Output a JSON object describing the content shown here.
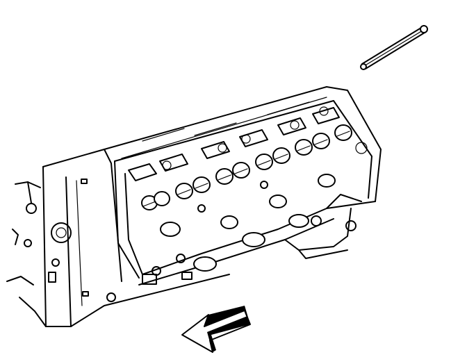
{
  "diagram": {
    "kind": "line-art",
    "colors": {
      "ink": "#000000",
      "background": "#ffffff"
    },
    "parts": [
      {
        "id": "pushrod",
        "icon": "pushrod-icon"
      },
      {
        "id": "engine-block",
        "icon": "engine-block-icon"
      },
      {
        "id": "cylinder-head",
        "icon": "cylinder-head-icon"
      },
      {
        "id": "valve-springs",
        "icon": "valve-spring-icon"
      },
      {
        "id": "rocker-arms",
        "icon": "rocker-arm-icon"
      },
      {
        "id": "exhaust-ports",
        "icon": "exhaust-port-icon"
      },
      {
        "id": "front-arrow",
        "icon": "arrow-left-icon"
      }
    ],
    "labels": []
  }
}
